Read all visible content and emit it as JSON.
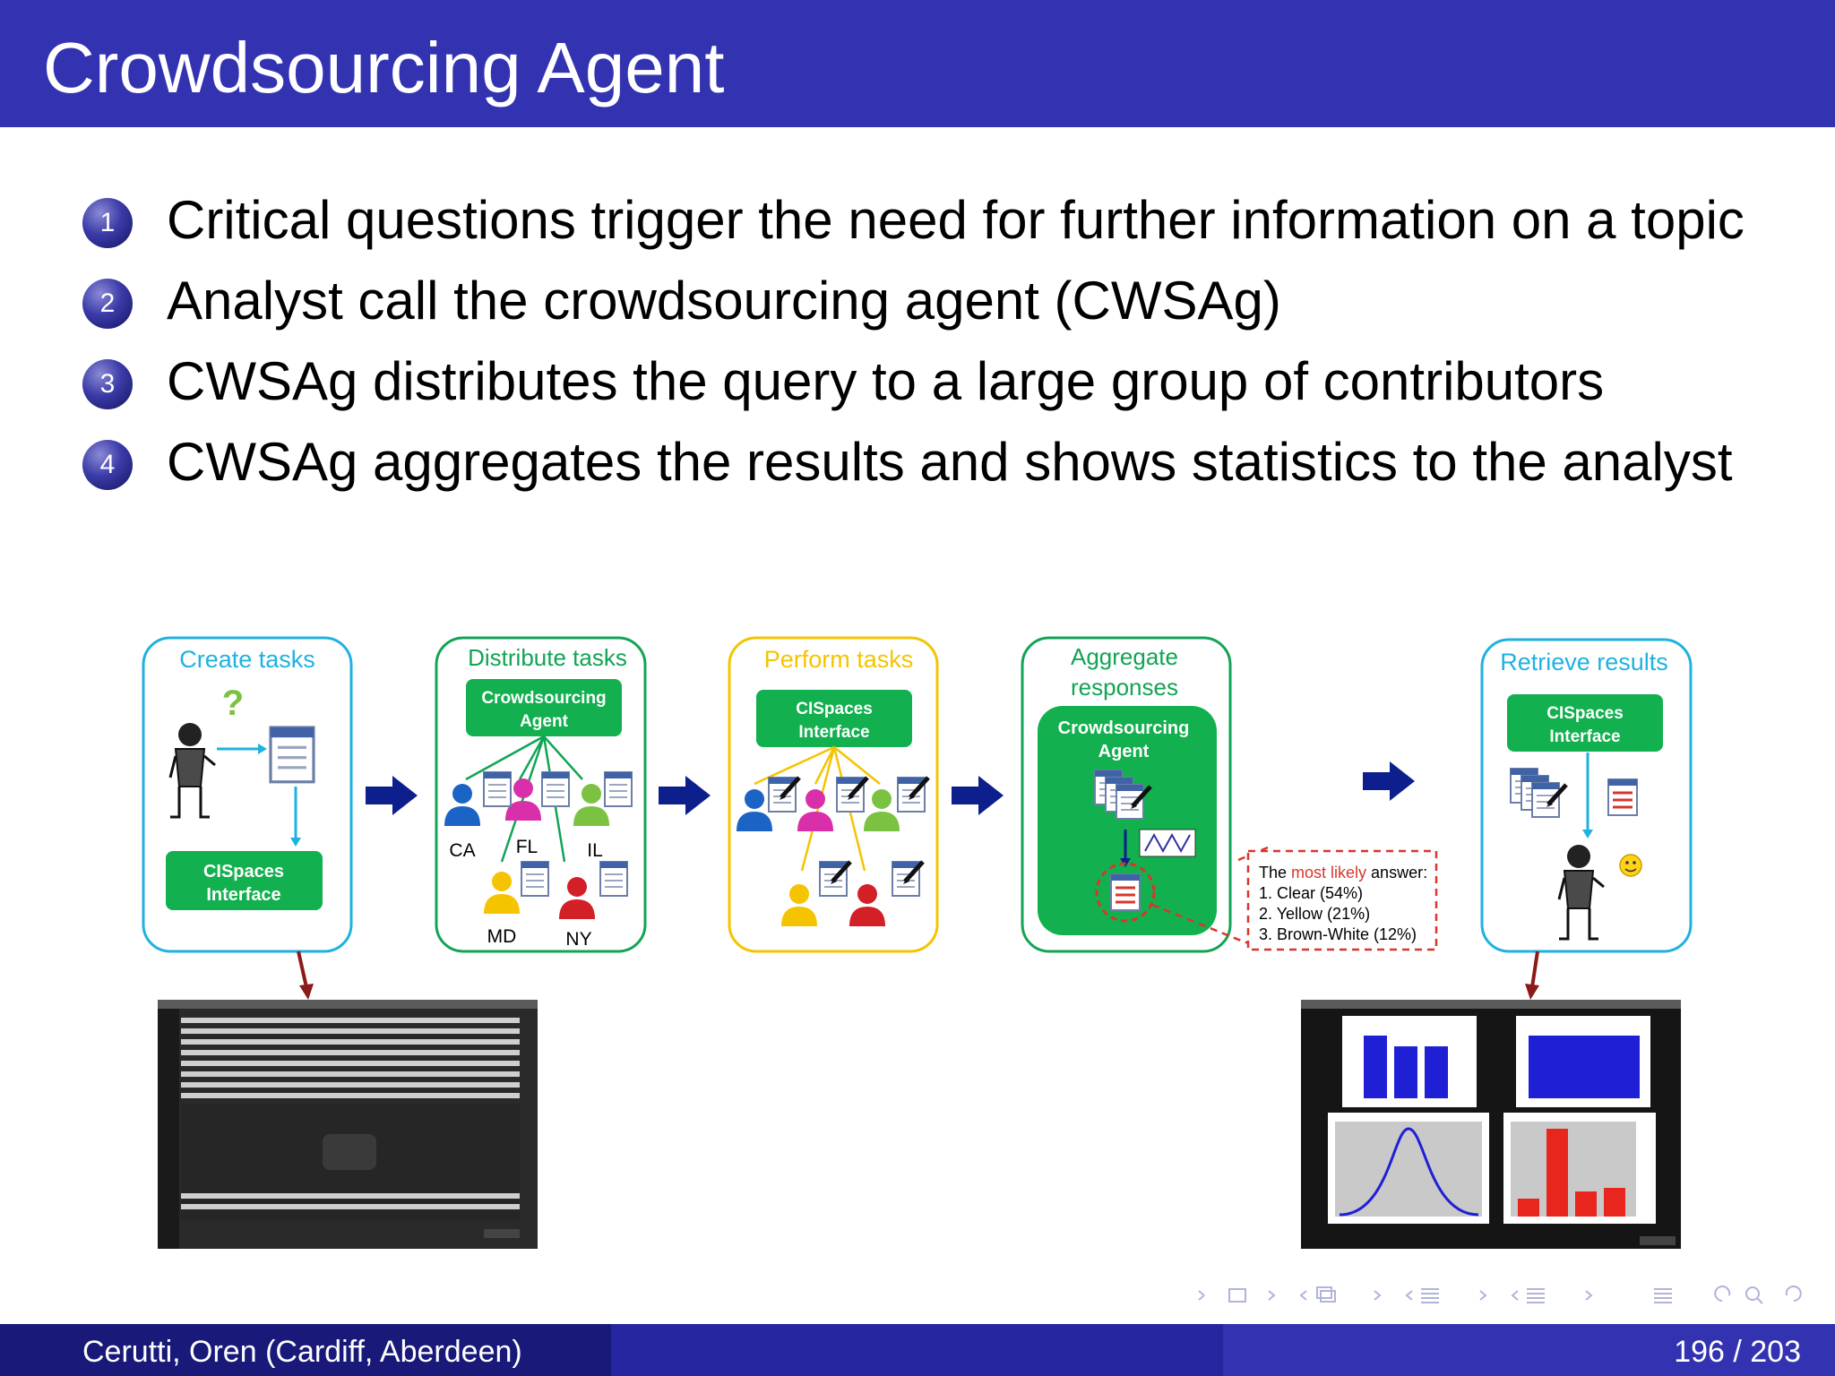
{
  "slide": {
    "title": "Crowdsourcing Agent"
  },
  "items": [
    {
      "number": "1",
      "text": "Critical questions trigger the need for further information on a topic"
    },
    {
      "number": "2",
      "text": "Analyst call the crowdsourcing agent (CWSAg)"
    },
    {
      "number": "3",
      "text": "CWSAg distributes the query to a large group of contributors"
    },
    {
      "number": "4",
      "text": "CWSAg aggregates the results and shows statistics to the analyst"
    }
  ],
  "diagram": {
    "stages": {
      "create": {
        "title": "Create tasks",
        "question_mark": "?",
        "interface_line1": "CISpaces",
        "interface_line2": "Interface"
      },
      "distribute": {
        "title": "Distribute tasks",
        "agent_line1": "Crowdsourcing",
        "agent_line2": "Agent",
        "states": [
          "CA",
          "FL",
          "IL",
          "MD",
          "NY"
        ]
      },
      "perform": {
        "title": "Perform tasks",
        "interface_line1": "CISpaces",
        "interface_line2": "Interface"
      },
      "aggregate": {
        "title_line1": "Aggregate",
        "title_line2": "responses",
        "agent_line1": "Crowdsourcing",
        "agent_line2": "Agent"
      },
      "retrieve": {
        "title": "Retrieve results",
        "interface_line1": "CISpaces",
        "interface_line2": "Interface"
      }
    },
    "answer_box": {
      "prefix": "The ",
      "highlight": "most likely",
      "suffix": " answer:",
      "answers": [
        "1.  Clear (54%)",
        "2.  Yellow (21%)",
        "3.  Brown-White (12%)"
      ]
    }
  },
  "footer": {
    "authors": "Cerutti, Oren  (Cardiff, Aberdeen)",
    "page": "196 / 203"
  },
  "colors": {
    "theme_blue": "#3333b2",
    "cyan_border": "#1fb2e0",
    "green_border": "#12a455",
    "yellow_border": "#f5c400",
    "green_box": "#12b04f",
    "arrow_blue": "#0d1f8c",
    "answer_red": "#d9362b"
  },
  "icons": [
    "analyst-icon",
    "task-form-icon",
    "person-icon",
    "pencil-icon",
    "smiley-icon",
    "screenshot-thumbnail"
  ]
}
